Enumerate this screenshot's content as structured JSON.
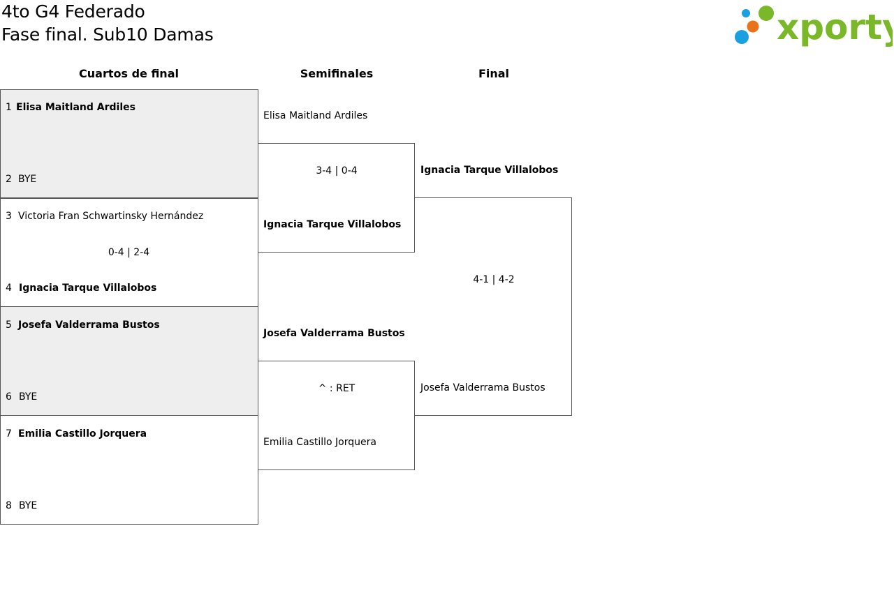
{
  "header": {
    "title_line1": "4to G4 Federado",
    "title_line2": "Fase final. Sub10 Damas",
    "logo_text": "xporty",
    "logo_colors": {
      "green": "#7ab829",
      "blue": "#1a9fe0",
      "orange": "#e8731a"
    }
  },
  "columns": {
    "quarterfinals": "Cuartos de final",
    "semifinals": "Semifinales",
    "final": "Final"
  },
  "quarterfinals": [
    {
      "top_seed": "1",
      "top_name": "Elisa Maitland Ardiles",
      "top_winner": true,
      "bottom_seed": "2",
      "bottom_name": "BYE",
      "bottom_winner": false,
      "score": ""
    },
    {
      "top_seed": "3",
      "top_name": "Victoria Fran Schwartinsky Hernández",
      "top_winner": false,
      "bottom_seed": "4",
      "bottom_name": "Ignacia Tarque Villalobos",
      "bottom_winner": true,
      "score": "0-4 | 2-4"
    },
    {
      "top_seed": "5",
      "top_name": "Josefa Valderrama Bustos",
      "top_winner": true,
      "bottom_seed": "6",
      "bottom_name": "BYE",
      "bottom_winner": false,
      "score": ""
    },
    {
      "top_seed": "7",
      "top_name": "Emilia Castillo Jorquera",
      "top_winner": true,
      "bottom_seed": "8",
      "bottom_name": "BYE",
      "bottom_winner": false,
      "score": ""
    }
  ],
  "semifinals": [
    {
      "top_name": "Elisa Maitland Ardiles",
      "top_winner": false,
      "bottom_name": "Ignacia Tarque Villalobos",
      "bottom_winner": true,
      "score": "3-4 | 0-4"
    },
    {
      "top_name": "Josefa Valderrama Bustos",
      "top_winner": true,
      "bottom_name": "Emilia Castillo Jorquera",
      "bottom_winner": false,
      "score": "^ : RET"
    }
  ],
  "final": {
    "top_name": "Ignacia Tarque Villalobos",
    "top_winner": true,
    "bottom_name": "Josefa Valderrama Bustos",
    "bottom_winner": false,
    "score": "4-1 | 4-2"
  }
}
